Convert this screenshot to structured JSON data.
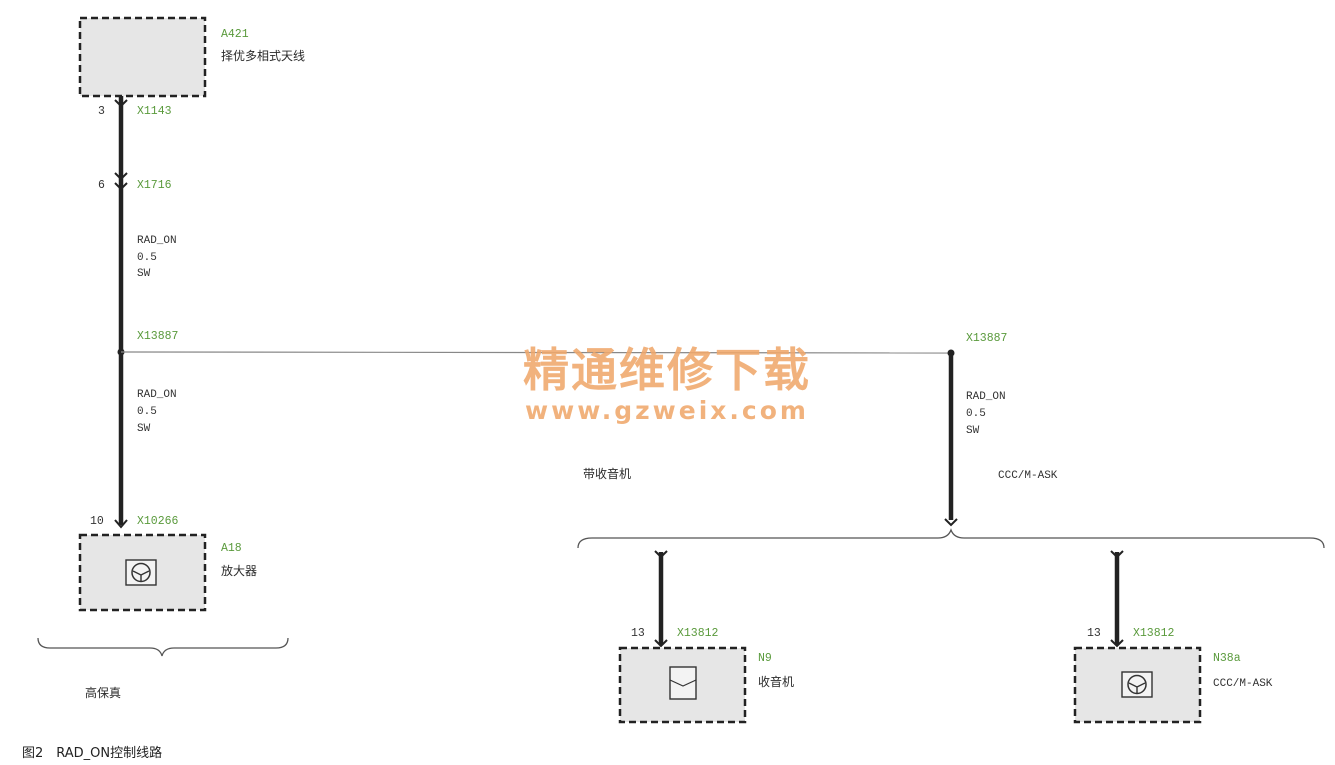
{
  "caption": "图2　RAD_ON控制线路",
  "components": {
    "antenna": {
      "id": "A421",
      "name": "择优多相式天线"
    },
    "amplifier": {
      "id": "A18",
      "name": "放大器"
    },
    "radio": {
      "id": "N9",
      "name": "收音机"
    },
    "ccc": {
      "id": "N38a",
      "name": "CCC/M-ASK"
    }
  },
  "connectors": {
    "x1143": {
      "id": "X1143",
      "pin": "3"
    },
    "x1716": {
      "id": "X1716",
      "pin": "6"
    },
    "x13887_left": {
      "id": "X13887"
    },
    "x13887_right": {
      "id": "X13887"
    },
    "x10266": {
      "id": "X10266",
      "pin": "10"
    },
    "x13812_radio": {
      "id": "X13812",
      "pin": "13"
    },
    "x13812_ccc": {
      "id": "X13812",
      "pin": "13"
    }
  },
  "wires": {
    "upper": {
      "signal": "RAD_ON",
      "gauge": "0.5",
      "color": "SW"
    },
    "lower_left": {
      "signal": "RAD_ON",
      "gauge": "0.5",
      "color": "SW"
    },
    "right": {
      "signal": "RAD_ON",
      "gauge": "0.5",
      "color": "SW"
    }
  },
  "variants": {
    "hifi": "高保真",
    "with_radio": "带收音机",
    "ccc": "CCC/M-ASK"
  },
  "watermark": {
    "cn": "精通维修下载",
    "url": "www.gzweix.com"
  }
}
